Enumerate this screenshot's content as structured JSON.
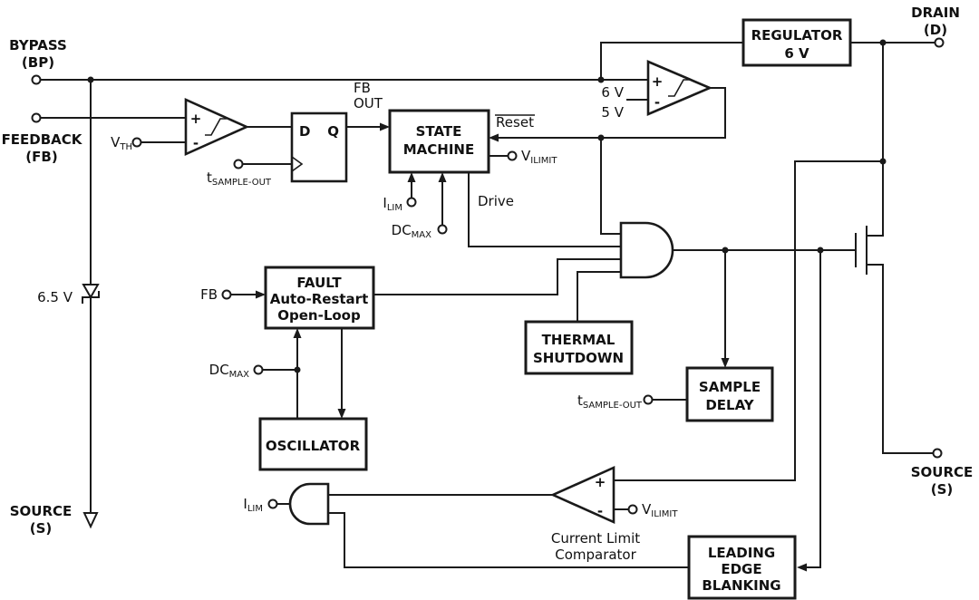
{
  "terminals": {
    "bypass": {
      "name": "BYPASS",
      "pin": "(BP)"
    },
    "feedback": {
      "name": "FEEDBACK",
      "pin": "(FB)"
    },
    "drain": {
      "name": "DRAIN",
      "pin": "(D)"
    },
    "source_right": {
      "name": "SOURCE",
      "pin": "(S)"
    },
    "source_bottom": {
      "name": "SOURCE",
      "pin": "(S)"
    }
  },
  "blocks": {
    "regulator": {
      "line1": "REGULATOR",
      "line2": "6 V"
    },
    "state_machine": {
      "line1": "STATE",
      "line2": "MACHINE"
    },
    "fault": {
      "line1": "FAULT",
      "line2": "Auto-Restart",
      "line3": "Open-Loop"
    },
    "oscillator": {
      "line1": "OSCILLATOR"
    },
    "thermal_shutdown": {
      "line1": "THERMAL",
      "line2": "SHUTDOWN"
    },
    "sample_delay": {
      "line1": "SAMPLE",
      "line2": "DELAY"
    },
    "leading_edge_blanking": {
      "line1": "LEADING",
      "line2": "EDGE",
      "line3": "BLANKING"
    }
  },
  "flip_flop": {
    "d": "D",
    "q": "Q"
  },
  "comparators": {
    "feedback_plus": "+",
    "feedback_minus": "-",
    "bypass_plus": "+",
    "bypass_minus": "-",
    "bypass_ref_high": "6 V",
    "bypass_ref_low": "5 V",
    "current_limit_plus": "+",
    "current_limit_minus": "-",
    "current_limit_label1": "Current Limit",
    "current_limit_label2": "Comparator"
  },
  "signals": {
    "vth": {
      "base": "V",
      "sub": "TH"
    },
    "tsample_top": {
      "base": "t",
      "sub": "SAMPLE-OUT"
    },
    "tsample_bottom": {
      "base": "t",
      "sub": "SAMPLE-OUT"
    },
    "fb_out": {
      "line1": "FB",
      "line2": "OUT"
    },
    "reset": "Reset",
    "drive": "Drive",
    "vilimit_top": {
      "base": "V",
      "sub": "ILIMIT"
    },
    "vilimit_bottom": {
      "base": "V",
      "sub": "ILIMIT"
    },
    "ilim_top": {
      "base": "I",
      "sub": "LIM"
    },
    "ilim_bottom": {
      "base": "I",
      "sub": "LIM"
    },
    "dcmax_top": {
      "base": "DC",
      "sub": "MAX"
    },
    "dcmax_left": {
      "base": "DC",
      "sub": "MAX"
    },
    "fb": "FB",
    "zener": "6.5 V"
  },
  "colors": {
    "line": "#1a1a1a",
    "background": "#ffffff"
  }
}
